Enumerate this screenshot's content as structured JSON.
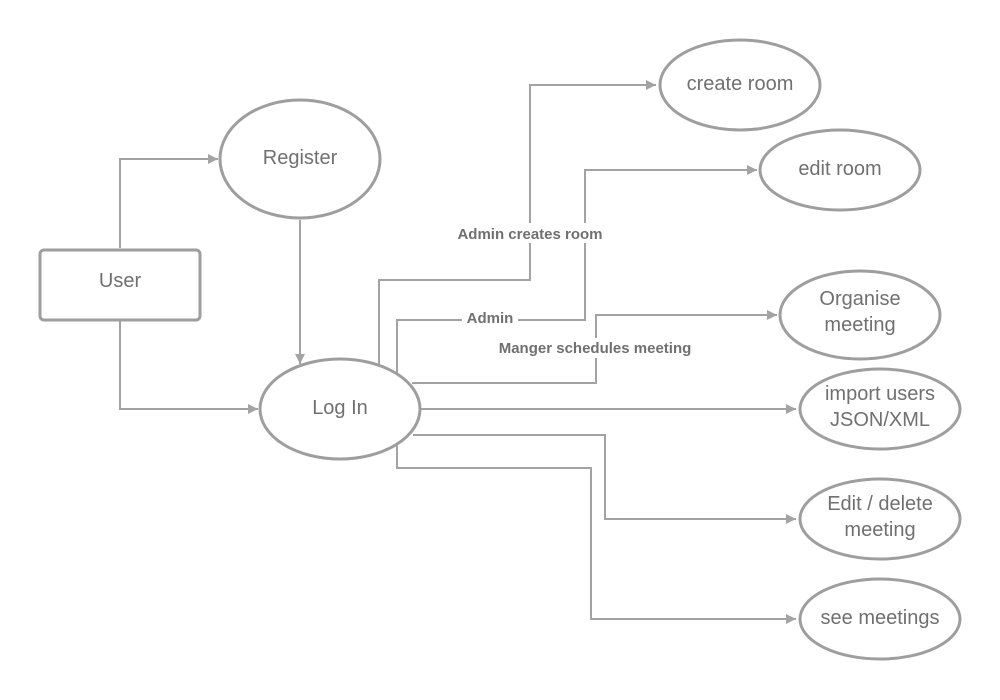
{
  "diagram": {
    "nodes": {
      "user": {
        "label": "User"
      },
      "register": {
        "label": "Register"
      },
      "login": {
        "label": "Log In"
      },
      "create_room": {
        "label": "create room"
      },
      "edit_room": {
        "label": "edit room"
      },
      "organise_meeting": {
        "line1": "Organise",
        "line2": "meeting"
      },
      "import_users": {
        "line1": "import users",
        "line2": "JSON/XML"
      },
      "edit_delete_meeting": {
        "line1": "Edit / delete",
        "line2": "meeting"
      },
      "see_meetings": {
        "label": "see meetings"
      }
    },
    "edge_labels": {
      "admin_creates_room": "Admin creates room",
      "admin": "Admin",
      "manager_schedules": "Manger schedules meeting"
    },
    "colors": {
      "stroke": "#9e9e9e",
      "edge": "#a3a3a3",
      "text": "#707070"
    }
  }
}
